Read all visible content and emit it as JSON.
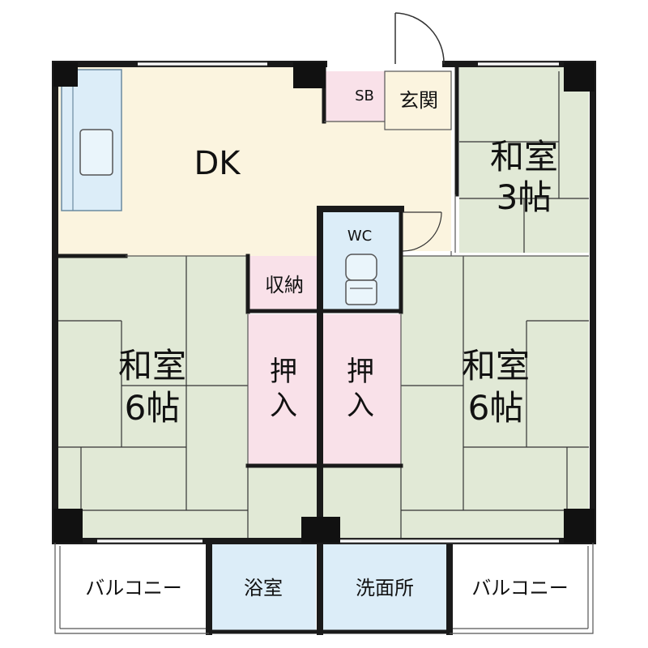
{
  "colors": {
    "tatami": "#e1e9d6",
    "dk_floor": "#fbf4df",
    "wet_area": "#dcedf8",
    "storage": "#f9e1e9",
    "entrance": "#fbf4df",
    "wall": "#1a1a1a",
    "balcony": "#ffffff"
  },
  "rooms": {
    "dk": "DK",
    "sb": "SB",
    "genkan": "玄関",
    "washitsu_3": {
      "name": "和室",
      "size": "3帖"
    },
    "wc": "WC",
    "shuno": "収納",
    "washitsu_6_left": {
      "name": "和室",
      "size": "6帖"
    },
    "oshiire_left": [
      "押",
      "入"
    ],
    "oshiire_right": [
      "押",
      "入"
    ],
    "washitsu_6_right": {
      "name": "和室",
      "size": "6帖"
    },
    "balcony_left": "バルコニー",
    "yokushitsu": "浴室",
    "senmenjo": "洗面所",
    "balcony_right": "バルコニー"
  },
  "icons": [
    "kitchen-sink-icon",
    "toilet-icon",
    "door-swing-icon"
  ]
}
